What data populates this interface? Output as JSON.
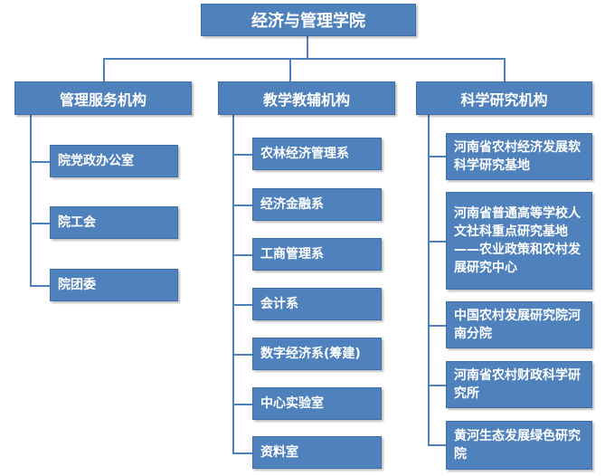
{
  "root": {
    "label": "经济与管理学院"
  },
  "columns": [
    {
      "label": "管理服务机构",
      "items": [
        "院党政办公室",
        "院工会",
        "院团委"
      ]
    },
    {
      "label": "教学教辅机构",
      "items": [
        "农林经济管理系",
        "经济金融系",
        "工商管理系",
        "会计系",
        "数字经济系(筹建)",
        "中心实验室",
        "资料室"
      ]
    },
    {
      "label": "科学研究机构",
      "items": [
        "河南省农村经济发展软科学研究基地",
        "河南省普通高等学校人文社科重点研究基地——农业政策和农村发展研究中心",
        "中国农村发展研究院河南分院",
        "河南省农村财政科学研究所",
        "黄河生态发展绿色研究院"
      ]
    }
  ]
}
